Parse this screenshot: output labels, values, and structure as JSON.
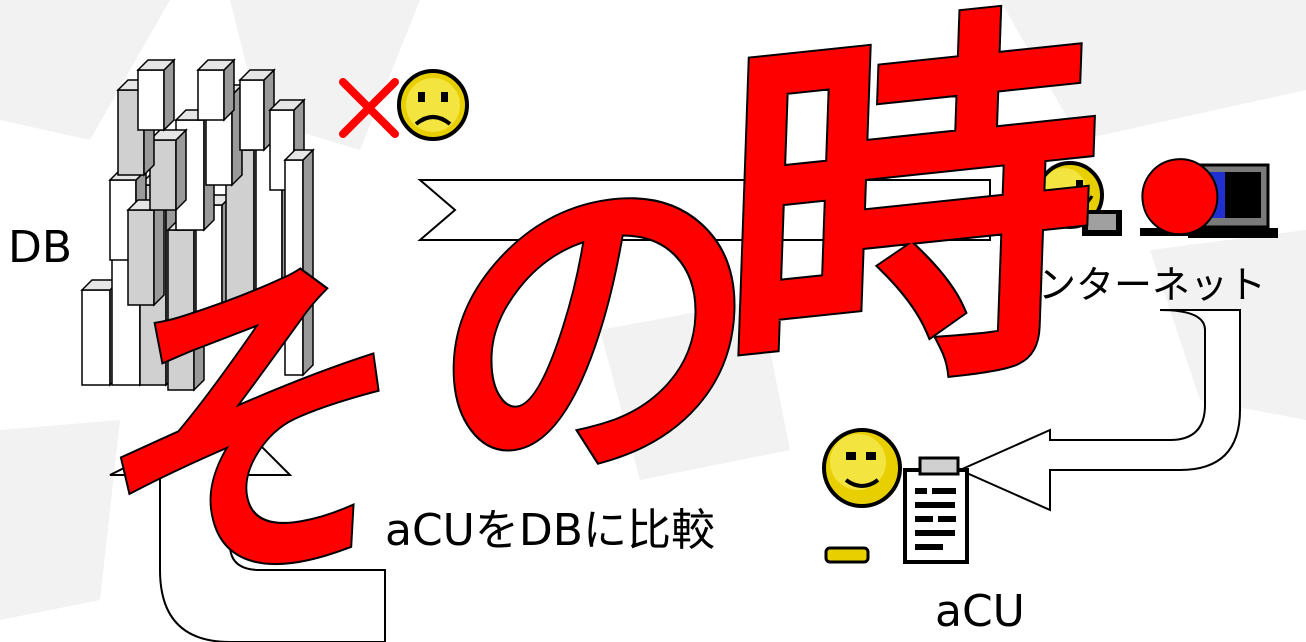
{
  "labels": {
    "db": "DB",
    "internet": "インターネット",
    "compare": "aCUをDBに比較",
    "acu": "aCU"
  },
  "overlay": {
    "so": "そ",
    "no": "の",
    "toki": "時",
    "dots": "・・"
  },
  "status": {
    "failed_mark": "×"
  },
  "icons": {
    "database": "database-stack-icon",
    "sad_face": "sad-face-icon",
    "smiley_computer": "smiley-computer-icon",
    "smiley_document": "smiley-document-icon"
  },
  "colors": {
    "overlay_red": "#ff0000",
    "x_mark_red": "#ff0000",
    "face_yellow": "#e8d000",
    "arrow_fill": "#ffffff",
    "outline": "#000000"
  }
}
